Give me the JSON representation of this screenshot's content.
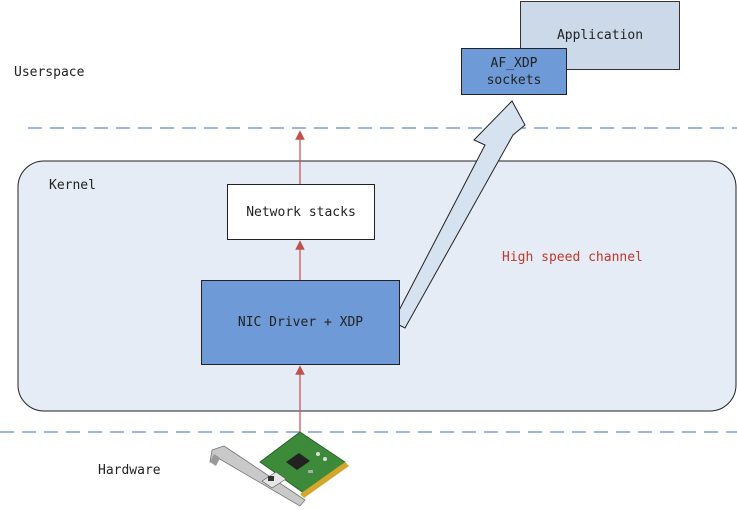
{
  "zones": {
    "userspace": "Userspace",
    "kernel": "Kernel",
    "hardware": "Hardware"
  },
  "boxes": {
    "application": "Application",
    "af_xdp_line1": "AF_XDP",
    "af_xdp_line2": "sockets",
    "network_stacks": "Network stacks",
    "nic_driver": "NIC Driver + XDP"
  },
  "channel_label": "High speed channel",
  "colors": {
    "kernel_fill": "#e6ecf6",
    "application_fill": "#ccd9e8",
    "xdp_fill": "#6f9ad8",
    "arrow_red": "#c0504d",
    "dashed_line": "#7b9fd4",
    "channel_text": "#c0392b",
    "wide_arrow_fill": "#d6e2f0"
  },
  "icons": {
    "hardware": "network-card-icon"
  }
}
